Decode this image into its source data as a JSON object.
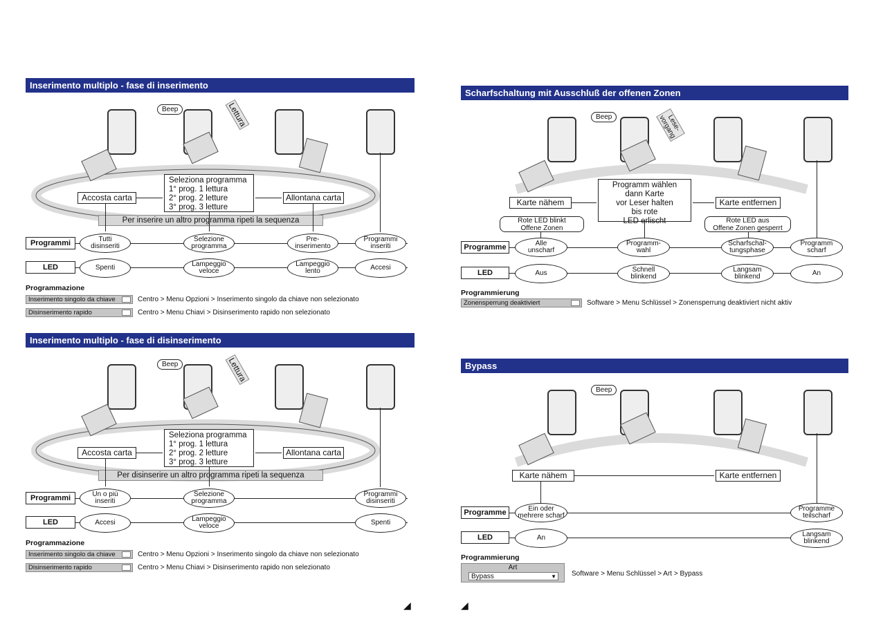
{
  "panel_a": {
    "title": "Inserimento multiplo - fase di inserimento",
    "beep": "Beep",
    "card_label": "Lettura",
    "left_box": "Accosta carta",
    "select_box": "Seleziona programma\n1° prog. 1 lettura\n2° prog. 2 letture\n3° prog. 3 letture",
    "right_box": "Allontana carta",
    "banner": "Per inserire un altro programma ripeti la sequenza",
    "row1_label": "Programmi",
    "row1": [
      "Tutti\ndisinseriti",
      "Selezione\nprogramma",
      "Pre-\ninserimento",
      "Programmi\ninseriti"
    ],
    "row2_label": "LED",
    "row2": [
      "Spenti",
      "Lampeggio\nveloce",
      "Lampeggio\nlento",
      "Accesi"
    ],
    "prog_title": "Programmazione",
    "options": [
      {
        "label": "Inserimento singolo da chiave",
        "path": "Centro > Menu Opzioni > Inserimento singolo da chiave non selezionato"
      },
      {
        "label": "Disinserimento rapido",
        "path": "Centro > Menu Chiavi > Disinserimento rapido non selezionato"
      }
    ]
  },
  "panel_b": {
    "title": "Inserimento multiplo - fase di disinserimento",
    "beep": "Beep",
    "card_label": "Lettura",
    "left_box": "Accosta carta",
    "select_box": "Seleziona programma\n1° prog. 1 lettura\n2° prog. 2 letture\n3° prog. 3 letture",
    "right_box": "Allontana carta",
    "banner": "Per disinserire un altro programma ripeti la sequenza",
    "row1_label": "Programmi",
    "row1": [
      "Un o più\ninseriti",
      "Selezione\nprogramma",
      "Programmi\ndisinseriti"
    ],
    "row2_label": "LED",
    "row2": [
      "Accesi",
      "Lampeggio\nveloce",
      "Spenti"
    ],
    "prog_title": "Programmazione",
    "options": [
      {
        "label": "Inserimento singolo da chiave",
        "path": "Centro > Menu Opzioni > Inserimento singolo da chiave non selezionato"
      },
      {
        "label": "Disinserimento rapido",
        "path": "Centro > Menu Chiavi > Disinserimento rapido non selezionato"
      }
    ]
  },
  "panel_c": {
    "title": "Scharfschaltung mit Ausschluß der offenen Zonen",
    "beep": "Beep",
    "card_label": "Lese-\nvorgang",
    "left_box": "Karte nähem",
    "select_box": "Programm wählen\ndann Karte\nvor Leser halten\nbis rote\nLED erlischt",
    "right_box": "Karte entfernen",
    "note_left": "Rote LED blinkt\nOffene Zonen",
    "note_right": "Rote LED aus\nOffene Zonen gesperrt",
    "row1_label": "Programme",
    "row1": [
      "Alle\nunscharf",
      "Programm-\nwahl",
      "Scharfschal-\ntungsphase",
      "Programm\nscharf"
    ],
    "row2_label": "LED",
    "row2": [
      "Aus",
      "Schnell\nblinkend",
      "Langsam\nblinkend",
      "An"
    ],
    "prog_title": "Programmierung",
    "options": [
      {
        "label": "Zonensperrung deaktiviert",
        "path": "Software > Menu Schlüssel > Zonensperrung deaktiviert nicht aktiv"
      }
    ]
  },
  "panel_d": {
    "title": "Bypass",
    "beep": "Beep",
    "left_box": "Karte nähem",
    "right_box": "Karte entfernen",
    "row1_label": "Programme",
    "row1": [
      "Ein oder\nmehrere scharf",
      "Programme\nteilscharf"
    ],
    "row2_label": "LED",
    "row2": [
      "An",
      "Langsam\nblinkend"
    ],
    "prog_title": "Programmierung",
    "art_label": "Art",
    "art_value": "Bypass",
    "path": "Software > Menu Schlüssel > Art > Bypass"
  },
  "icons": [
    "reader-icon",
    "card-hand-icon",
    "leaf-logo-icon"
  ],
  "colors": {
    "header_bar": "#22318a",
    "banner": "#d7d7d7"
  }
}
